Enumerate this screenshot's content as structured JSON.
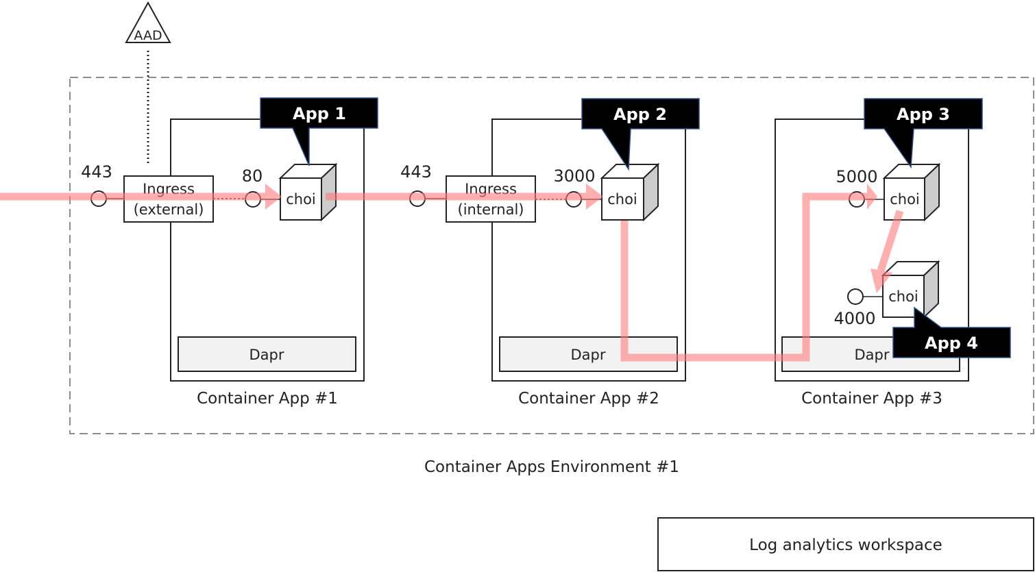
{
  "identity_provider": {
    "label": "AAD"
  },
  "environment": {
    "label": "Container Apps Environment #1"
  },
  "container_apps": [
    {
      "label": "Container App #1",
      "ingress": {
        "line1": "Ingress",
        "line2": "(external)",
        "port": "443"
      },
      "dapr_label": "Dapr",
      "apps": [
        {
          "callout": "App 1",
          "container_label": "choi",
          "port": "80"
        }
      ]
    },
    {
      "label": "Container App #2",
      "ingress": {
        "line1": "Ingress",
        "line2": "(internal)",
        "port": "443"
      },
      "dapr_label": "Dapr",
      "apps": [
        {
          "callout": "App 2",
          "container_label": "choi",
          "port": "3000"
        }
      ]
    },
    {
      "label": "Container App #3",
      "dapr_label": "Dapr",
      "apps": [
        {
          "callout": "App 3",
          "container_label": "choi",
          "port": "5000"
        },
        {
          "callout": "App 4",
          "container_label": "choi",
          "port": "4000"
        }
      ]
    }
  ],
  "log_workspace": {
    "label": "Log analytics workspace"
  },
  "colors": {
    "flow": "#ff8a8a",
    "callout_bg": "#000000",
    "callout_border": "#2f528f",
    "dapr_fill": "#f2f2f2",
    "cube_side": "#cccccc",
    "env_border": "#8c8c8c"
  }
}
